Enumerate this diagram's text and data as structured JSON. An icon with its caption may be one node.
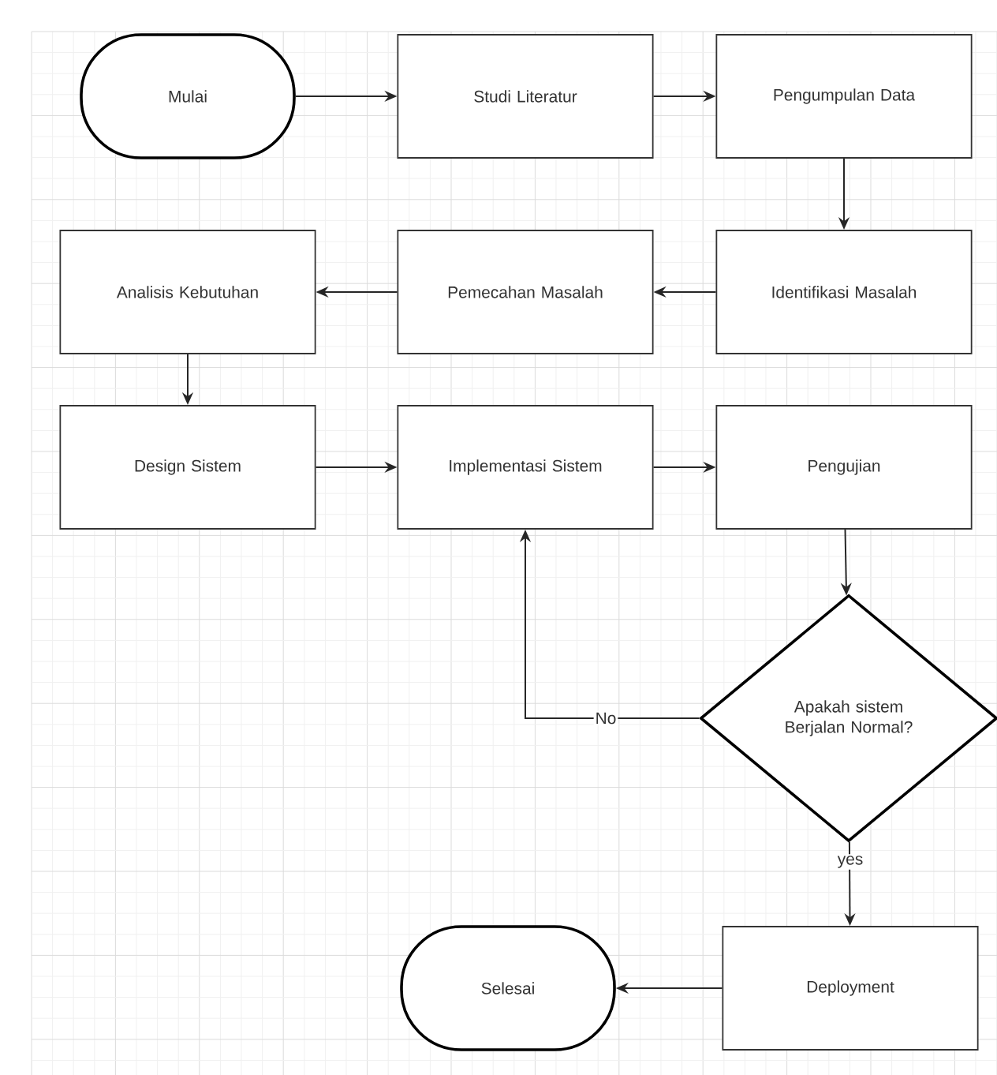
{
  "diagram": {
    "nodes": [
      {
        "text": [
          "Mulai"
        ]
      },
      {
        "text": [
          "Studi Literatur"
        ]
      },
      {
        "text": [
          "Pengumpulan Data"
        ]
      },
      {
        "text": [
          "Identifikasi Masalah"
        ]
      },
      {
        "text": [
          "Pemecahan Masalah"
        ]
      },
      {
        "text": [
          "Analisis Kebutuhan"
        ]
      },
      {
        "text": [
          "Design Sistem"
        ]
      },
      {
        "text": [
          "Implementasi Sistem"
        ]
      },
      {
        "text": [
          "Pengujian"
        ]
      },
      {
        "text": [
          "Apakah sistem Berjalan Normal?"
        ]
      },
      {
        "text": [
          "Deployment"
        ]
      },
      {
        "text": [
          "Selesai"
        ]
      }
    ],
    "edges": [
      {
        "from": 0,
        "to": 1,
        "arrow": "to"
      },
      {
        "from": 1,
        "to": 2,
        "arrow": "to"
      },
      {
        "from": 2,
        "to": 3,
        "arrow": "to"
      },
      {
        "from": 3,
        "to": 4,
        "arrow": "to"
      },
      {
        "from": 4,
        "to": 5,
        "arrow": "to"
      },
      {
        "from": 5,
        "to": 6,
        "arrow": "to"
      },
      {
        "from": 6,
        "to": 7,
        "arrow": "to"
      },
      {
        "from": 7,
        "to": 8,
        "arrow": "to"
      },
      {
        "from": 8,
        "to": 9,
        "arrow": "to"
      },
      {
        "from": 9,
        "to": 7,
        "arrow": "to",
        "label": "No"
      },
      {
        "from": 9,
        "to": 10,
        "arrow": "to",
        "label": "yes"
      },
      {
        "from": 10,
        "to": 11,
        "arrow": "to"
      }
    ]
  }
}
